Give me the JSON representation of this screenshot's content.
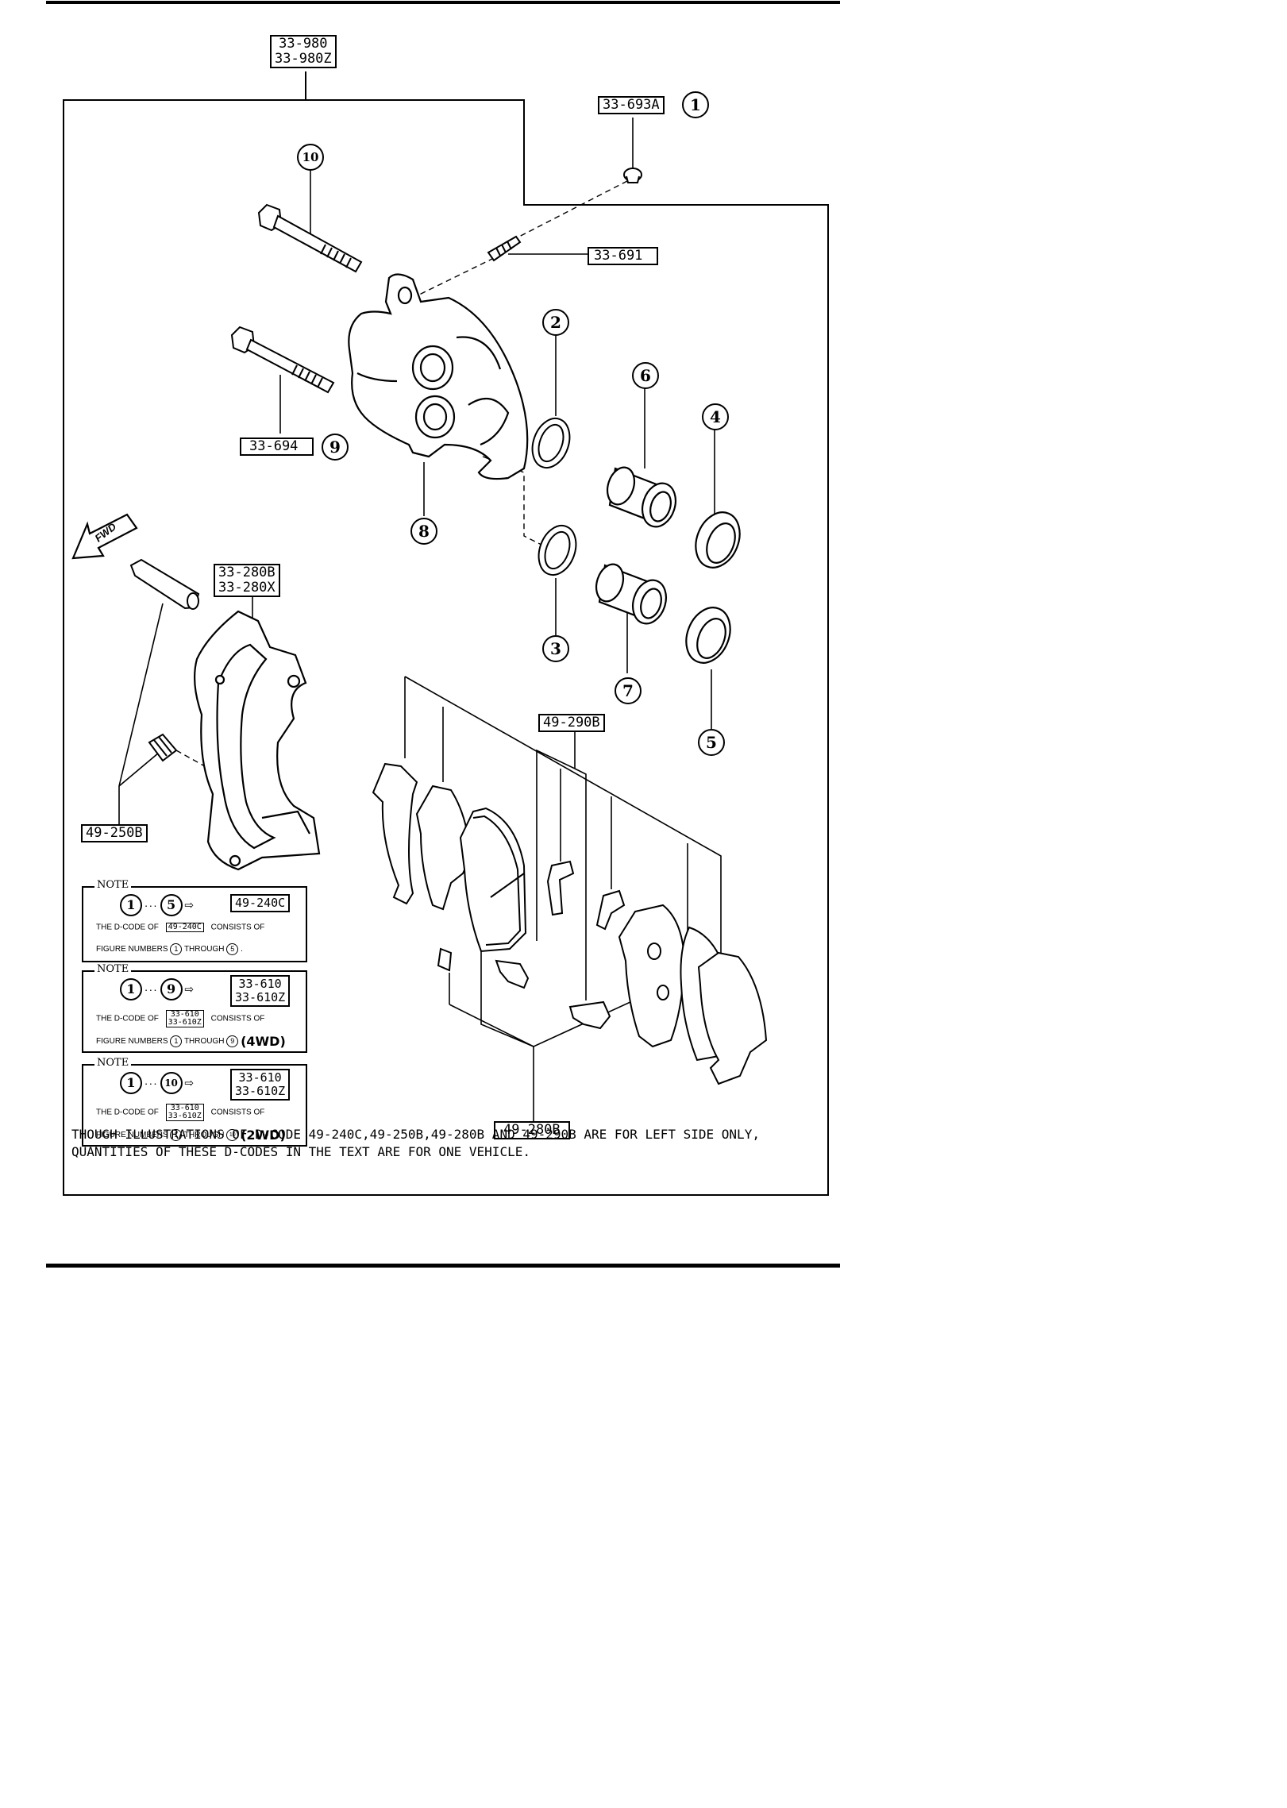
{
  "callouts": {
    "assembly_code": "33-980\n33-980Z",
    "bleeder_cap": "33-693A",
    "bleeder_screw": "33-691",
    "guide_pin_bolt": "33-694",
    "mounting_support": "33-280B\n33-280X",
    "pad_clips": "49-290B",
    "guide_pin_boot": "49-250B",
    "pad_set": "49-280B"
  },
  "part_numbers": [
    "1",
    "2",
    "3",
    "4",
    "5",
    "6",
    "7",
    "8",
    "9",
    "10"
  ],
  "direction_label": "FWD",
  "notes": [
    {
      "label": "NOTE",
      "from": "1",
      "to": "5",
      "result_code": "49-240C",
      "line1_prefix": "THE D-CODE OF",
      "line1_code": "49-240C",
      "line1_suffix": "CONSISTS OF",
      "line2_prefix": "FIGURE NUMBERS",
      "line2_mid": "THROUGH",
      "line2_extra": "."
    },
    {
      "label": "NOTE",
      "from": "1",
      "to": "9",
      "result_code": "33-610\n33-610Z",
      "line1_prefix": "THE D-CODE OF",
      "line1_code": "33-610\n33-610Z",
      "line1_suffix": "CONSISTS OF",
      "line2_prefix": "FIGURE NUMBERS",
      "line2_mid": "THROUGH",
      "line2_extra": "(4WD)"
    },
    {
      "label": "NOTE",
      "from": "1",
      "to": "10",
      "result_code": "33-610\n33-610Z",
      "line1_prefix": "THE D-CODE OF",
      "line1_code": "33-610\n33-610Z",
      "line1_suffix": "CONSISTS OF",
      "line2_prefix": "FIGURE NUMBERS",
      "line2_mid": "THROUGH",
      "line2_extra": "(2WD)"
    }
  ],
  "footer": {
    "line1": "THOUGH ILLUSTRATIONS OF D-CODE 49-240C,49-250B,49-280B AND 49-290B ARE FOR LEFT SIDE ONLY,",
    "line2": "QUANTITIES OF THESE D-CODES IN THE TEXT ARE FOR ONE VEHICLE."
  }
}
